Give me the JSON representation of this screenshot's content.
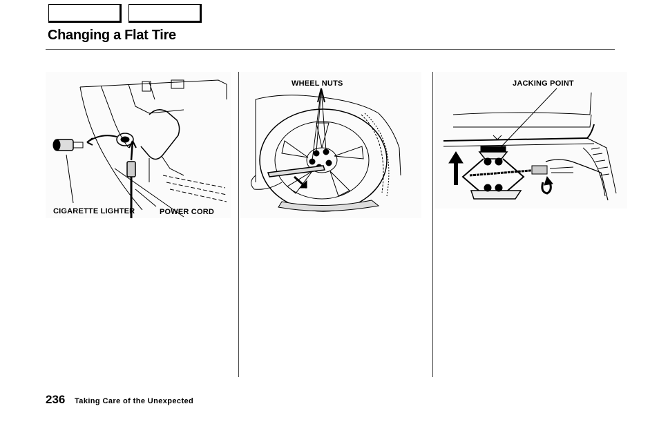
{
  "header": {
    "title": "Changing a Flat Tire"
  },
  "figures": {
    "lighter": {
      "label_left": "CIGARETTE LIGHTER",
      "label_right": "POWER CORD"
    },
    "wheel": {
      "label": "WHEEL  NUTS"
    },
    "jack": {
      "label": "JACKING  POINT"
    }
  },
  "footer": {
    "page_number": "236",
    "section": "Taking Care of the Unexpected"
  }
}
